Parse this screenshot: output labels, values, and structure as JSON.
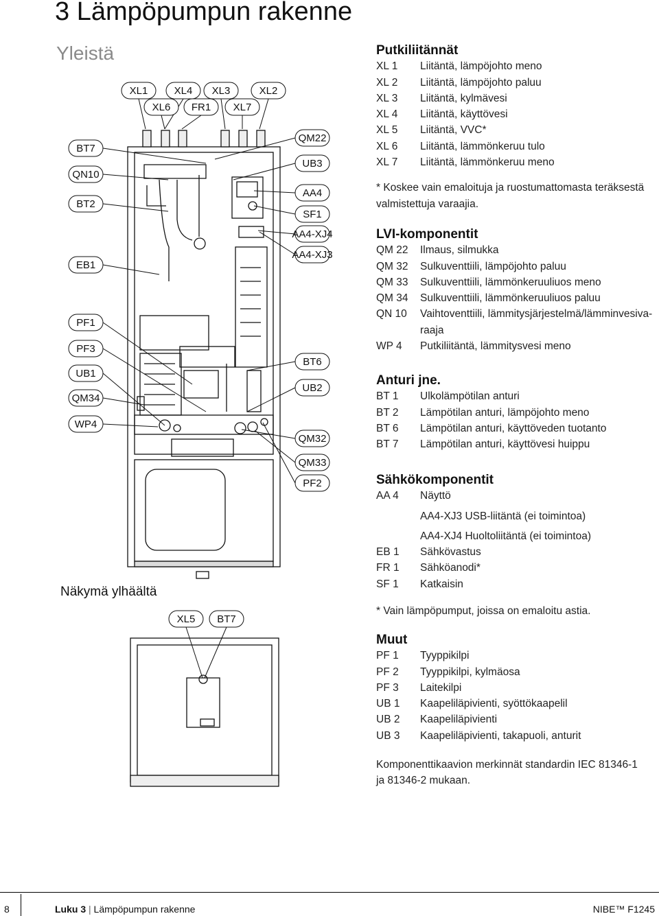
{
  "header": {
    "title": "3 Lämpöpumpun rakenne",
    "subtitle": "Yleistä"
  },
  "view_top_label": "Näkymä ylhäältä",
  "callouts": {
    "left": [
      "BT7",
      "QN10",
      "BT2",
      "EB1",
      "PF1",
      "PF3",
      "UB1",
      "QM34",
      "WP4"
    ],
    "right": [
      "QM22",
      "UB3",
      "AA4",
      "SF1",
      "AA4-XJ4",
      "AA4-XJ3",
      "BT6",
      "UB2",
      "QM32",
      "QM33",
      "PF2"
    ],
    "top_row": [
      "XL1",
      "XL4",
      "XL3",
      "XL2"
    ],
    "top_row2": [
      "XL6",
      "FR1",
      "XL7"
    ],
    "bottom": [
      "XL5",
      "BT7"
    ]
  },
  "pipe_connections": {
    "title": "Putkiliitännät",
    "items": [
      {
        "code": "XL 1",
        "text": "Liitäntä, lämpöjohto meno"
      },
      {
        "code": "XL 2",
        "text": "Liitäntä, lämpöjohto paluu"
      },
      {
        "code": "XL 3",
        "text": "Liitäntä, kylmävesi"
      },
      {
        "code": "XL 4",
        "text": "Liitäntä, käyttövesi"
      },
      {
        "code": "XL 5",
        "text": "Liitäntä, VVC*"
      },
      {
        "code": "XL 6",
        "text": "Liitäntä, lämmönkeruu tulo"
      },
      {
        "code": "XL 7",
        "text": "Liitäntä, lämmönkeruu meno"
      }
    ],
    "note_line1": "* Koskee vain emaloituja ja ruostumattomasta teräksestä",
    "note_line2": "valmistettuja varaajia."
  },
  "hvac": {
    "title": "LVI-komponentit",
    "items": [
      {
        "code": "QM 22",
        "text": "Ilmaus, silmukka"
      },
      {
        "code": "QM 32",
        "text": "Sulkuventtiili, lämpöjohto paluu"
      },
      {
        "code": "QM 33",
        "text": "Sulkuventtiili, lämmönkeruuliuos meno"
      },
      {
        "code": "QM 34",
        "text": "Sulkuventtiili, lämmönkeruuliuos paluu"
      },
      {
        "code": "QN 10",
        "text": "Vaihtoventtiili, lämmitysjärjestelmä/lämminvesiva-",
        "cont": "raaja"
      },
      {
        "code": "WP 4",
        "text": "Putkiliitäntä, lämmitysvesi meno"
      }
    ]
  },
  "sensors": {
    "title": "Anturi jne.",
    "items": [
      {
        "code": "BT 1",
        "text": "Ulkolämpötilan anturi"
      },
      {
        "code": "BT 2",
        "text": "Lämpötilan anturi, lämpöjohto meno"
      },
      {
        "code": "BT 6",
        "text": "Lämpötilan anturi, käyttöveden tuotanto"
      },
      {
        "code": "BT 7",
        "text": "Lämpötilan anturi, käyttövesi huippu"
      }
    ]
  },
  "electrical": {
    "title": "Sähkökomponentit",
    "aa4": {
      "code": "AA 4",
      "text": "Näyttö"
    },
    "aa4_sub1": "AA4-XJ3 USB-liitäntä (ei toimintoa)",
    "aa4_sub2": "AA4-XJ4 Huoltoliitäntä (ei toimintoa)",
    "items": [
      {
        "code": "EB 1",
        "text": "Sähkövastus"
      },
      {
        "code": "FR 1",
        "text": "Sähköanodi*"
      },
      {
        "code": "SF 1",
        "text": "Katkaisin"
      }
    ],
    "note": "* Vain lämpöpumput, joissa on emaloitu astia."
  },
  "misc": {
    "title": "Muut",
    "items": [
      {
        "code": "PF 1",
        "text": "Tyyppikilpi"
      },
      {
        "code": "PF 2",
        "text": "Tyyppikilpi, kylmäosa"
      },
      {
        "code": "PF 3",
        "text": "Laitekilpi"
      },
      {
        "code": "UB 1",
        "text": "Kaapeliläpivienti, syöttökaapelil"
      },
      {
        "code": "UB 2",
        "text": "Kaapeliläpivienti"
      },
      {
        "code": "UB 3",
        "text": "Kaapeliläpivienti, takapuoli, anturit"
      }
    ]
  },
  "standard_note_line1": "Komponenttikaavion merkinnät standardin IEC 81346-1",
  "standard_note_line2": "ja 81346-2 mukaan.",
  "footer": {
    "page_number": "8",
    "chapter_bold": "Luku 3",
    "chapter_rest": "Lämpöpumpun rakenne",
    "product": "NIBE™ F1245"
  },
  "colors": {
    "accent_subtitle": "#8a8a8a",
    "line": "#000000"
  }
}
